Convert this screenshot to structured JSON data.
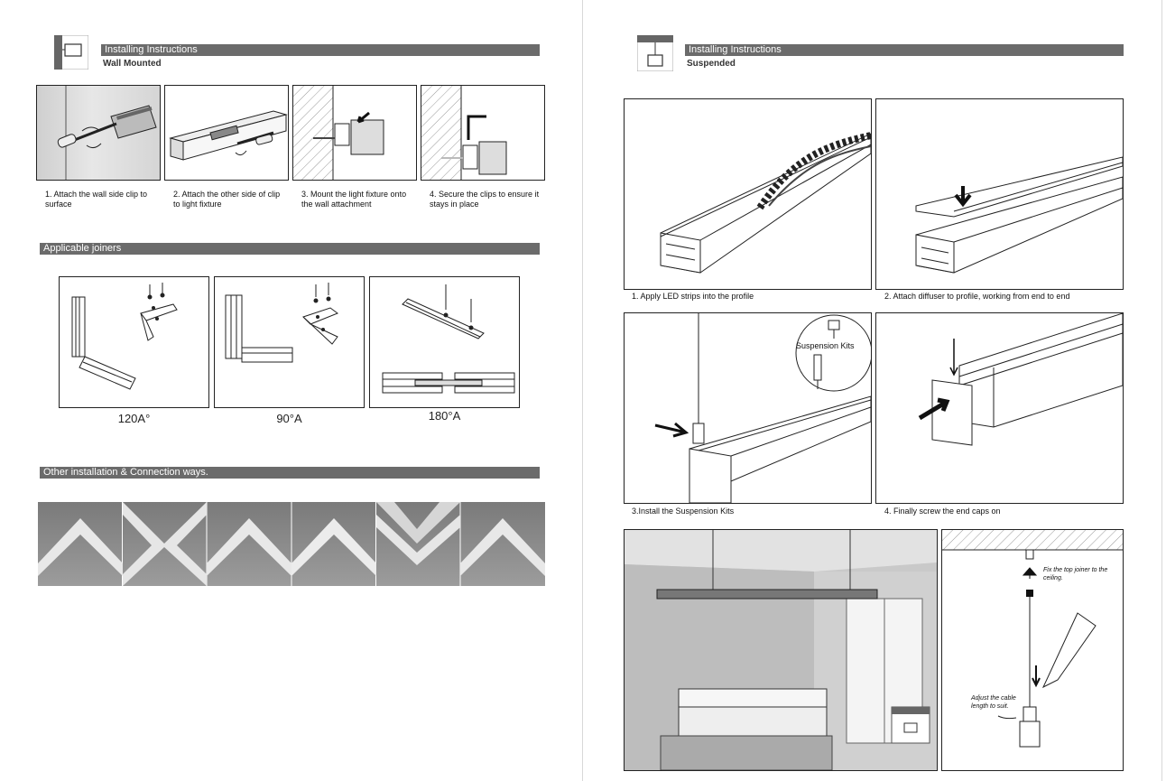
{
  "left": {
    "header": {
      "title": "Installing Instructions",
      "subtitle": "Wall Mounted"
    },
    "steps": [
      {
        "text": "1. Attach the wall side clip to surface"
      },
      {
        "text": "2. Attach the other side of clip to light fixture"
      },
      {
        "text": "3. Mount the light fixture onto the wall attachment"
      },
      {
        "text": "4. Secure the clips to ensure it stays in place"
      }
    ],
    "joiners": {
      "title": "Applicable joiners",
      "items": [
        {
          "label": "120A°"
        },
        {
          "label": "90°A"
        },
        {
          "label": "180°A"
        }
      ]
    },
    "other": {
      "title": "Other installation & Connection ways."
    }
  },
  "right": {
    "header": {
      "title": "Installing Instructions",
      "subtitle": "Suspended"
    },
    "steps": [
      {
        "text": "1. Apply LED strips into the profile"
      },
      {
        "text": "2. Attach diffuser to profile, working from end to end"
      },
      {
        "text": "3.Install the Suspension Kits"
      },
      {
        "text": "4. Finally screw the end caps on"
      }
    ],
    "suspension_label": "Suspension Kits",
    "notes": {
      "fix_top": "Fix the top joiner to the ceiling.",
      "adjust": "Adjust the cable length to suit."
    }
  },
  "icons": [
    "wall-mount-icon",
    "suspended-icon",
    "arrow-icon"
  ]
}
